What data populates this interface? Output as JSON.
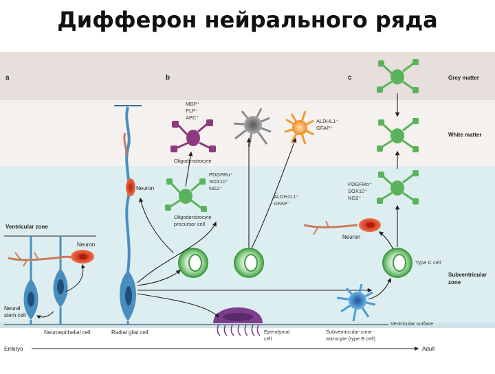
{
  "slide_title": "Дифферон нейрального ряда",
  "panels": {
    "a": "a",
    "b": "b",
    "c": "c"
  },
  "zones": {
    "grey_matter": "Grey matter",
    "white_matter": "White matter",
    "subventricular": [
      "Subventricular",
      "zone"
    ],
    "ventricular_zone": "Ventricular zone",
    "ventricular_surface": "Ventricular surface"
  },
  "timeline": {
    "start": "Embryo",
    "end": "Adult"
  },
  "labels": {
    "neuron_a": "Neuron",
    "neural_stem_cell": [
      "Neural",
      "stem cell"
    ],
    "neuroepithelial_cell": "Neuroepithelial cell",
    "radial_glial_cell": "Radial glial cell",
    "neuron_b": "Neuron",
    "oligodendrocyte": "Oligodendrocyte",
    "opc": [
      "Oligodendrocyte",
      "precursor cell"
    ],
    "ependymal_cell": [
      "Ependymal",
      "cell"
    ],
    "svz_astrocyte": [
      "Subventricular-zone",
      "astrocyte (type B cell)"
    ],
    "type_c_cell": "Type C cell",
    "neuron_c": "Neuron"
  },
  "markers": {
    "oligodendrocyte": [
      "MBP⁺",
      "PLP⁺",
      "APC⁺"
    ],
    "opc": [
      "PDGFRα⁺",
      "SOX10⁺",
      "NG2⁺"
    ],
    "astrocyte": [
      "ALDHL1⁺",
      "GFAP⁺"
    ],
    "astrocyte_precursor": [
      "ALDH1L1⁺",
      "GFAP⁻"
    ],
    "opc_c": [
      "PDGFRα⁺",
      "SOX10⁺",
      "NG2⁺"
    ]
  },
  "colors": {
    "grey_band": "#e6dfdc",
    "white_band": "#f5f1ef",
    "blue_band": "#ddeef1",
    "neuron_red": "#e84e2c",
    "axon_brown": "#c97b5b",
    "radial_blue": "#4a8ec0",
    "green_cell": "#6cbf6c",
    "oligo_purple": "#8e3a7e",
    "astro_orange": "#f29a2e",
    "astro_grey": "#8a8a8a",
    "svz_blue": "#4a9ad8",
    "ependymal_purple": "#7d3e8e"
  }
}
